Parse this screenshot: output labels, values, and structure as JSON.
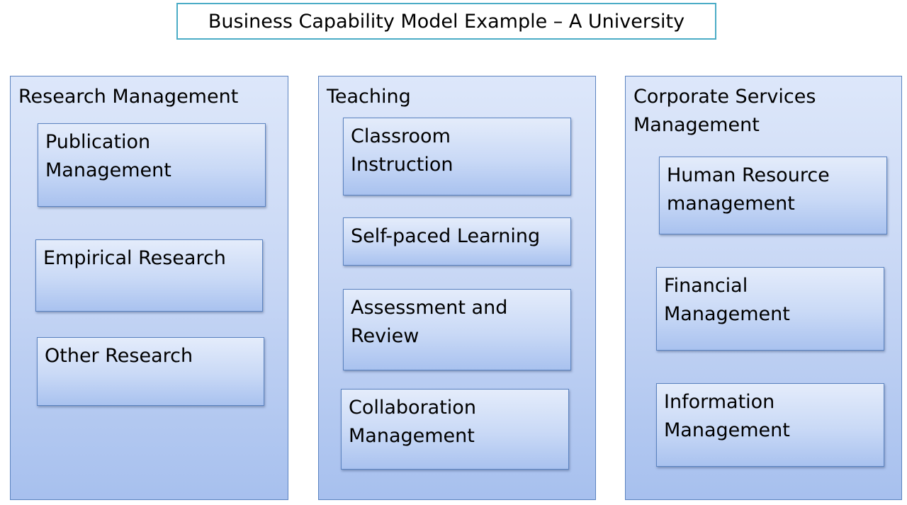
{
  "title": "Business Capability Model Example – A University",
  "columns": [
    {
      "title": "Research Management",
      "capabilities": [
        "Publication\nManagement",
        "Empirical Research",
        "Other Research"
      ]
    },
    {
      "title": "Teaching",
      "capabilities": [
        "Classroom\nInstruction",
        "Self-paced Learning",
        "Assessment and\nReview",
        "Collaboration\nManagement"
      ]
    },
    {
      "title": "Corporate Services\nManagement",
      "capabilities": [
        "Human Resource\nmanagement",
        "Financial\nManagement",
        "Information\nManagement"
      ]
    }
  ]
}
